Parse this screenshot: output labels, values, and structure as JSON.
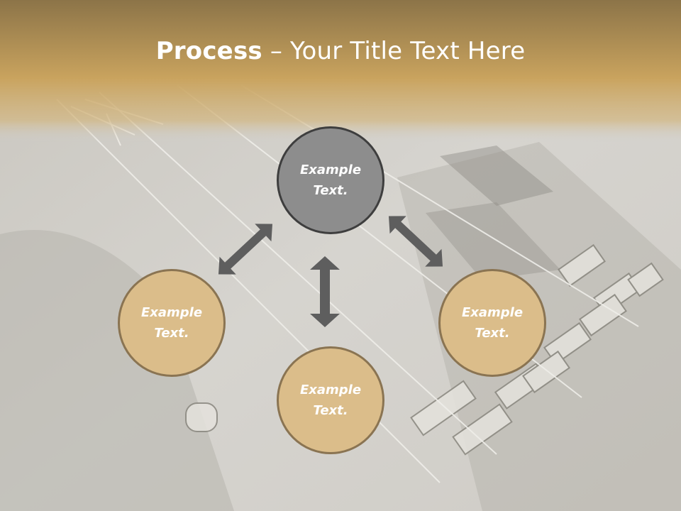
{
  "title": {
    "bold": "Process",
    "rest": " – Your Title Text Here"
  },
  "nodes": {
    "top": {
      "line1": "Example",
      "line2": "Text."
    },
    "left": {
      "line1": "Example",
      "line2": "Text."
    },
    "right": {
      "line1": "Example",
      "line2": "Text."
    },
    "bottom": {
      "line1": "Example",
      "line2": "Text."
    }
  },
  "colors": {
    "header_band": "#c9a35e",
    "node_fill": "#dbbd8a",
    "node_border": "#8a7452",
    "center_node_fill": "#8d8d8d",
    "arrow": "#5e5e5e"
  }
}
